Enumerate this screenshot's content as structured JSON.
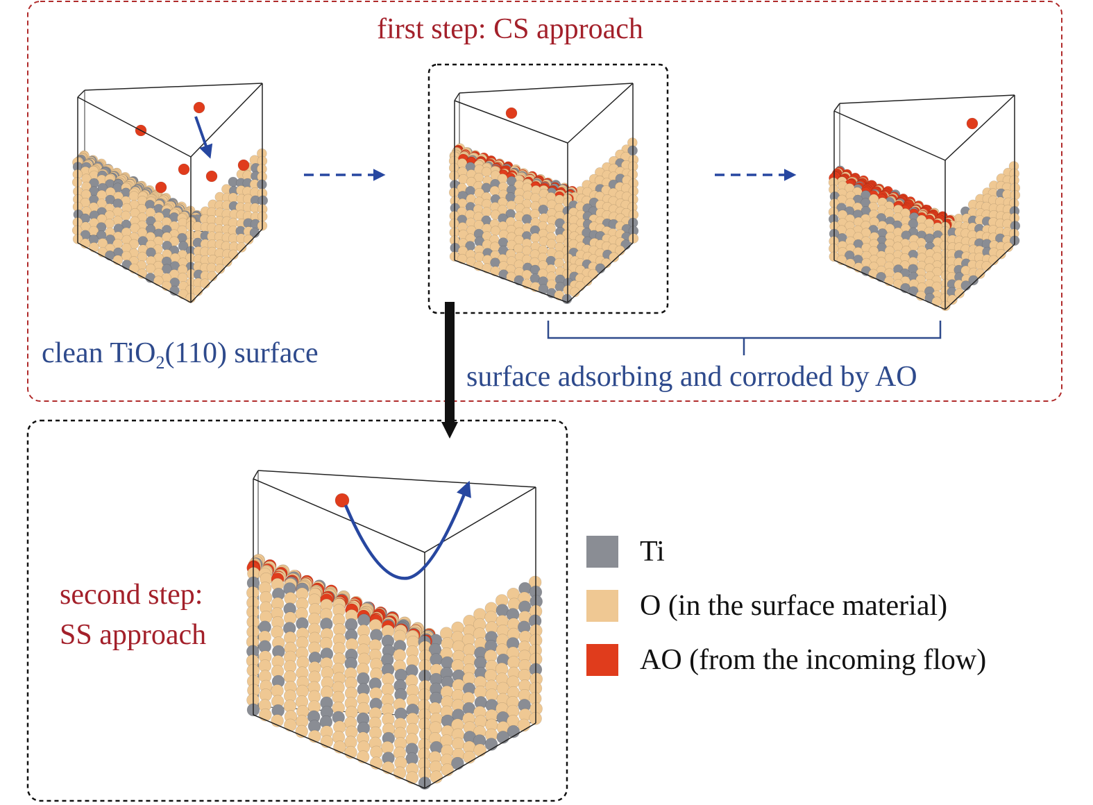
{
  "colors": {
    "ti": "#8a8d94",
    "o_surface": "#efc893",
    "ao": "#e03c1c",
    "red_text": "#a3202a",
    "blue_text": "#2e4a8c",
    "arrow_blue": "#2747a0",
    "frame_red": "#b02a2a",
    "frame_black": "#111111"
  },
  "first_step": {
    "title": "first step: CS approach",
    "clean_label_prefix": "clean TiO",
    "clean_label_sub": "2",
    "clean_label_suffix": "(110) surface",
    "bracket_label": "surface adsorbing and corroded by AO"
  },
  "second_step": {
    "label_line1": "second step:",
    "label_line2": "SS approach"
  },
  "legend": {
    "items": [
      {
        "label": "Ti",
        "color_key": "ti"
      },
      {
        "label": "O (in the surface material)",
        "color_key": "o_surface"
      },
      {
        "label": "AO (from the incoming flow)",
        "color_key": "ao"
      }
    ]
  }
}
